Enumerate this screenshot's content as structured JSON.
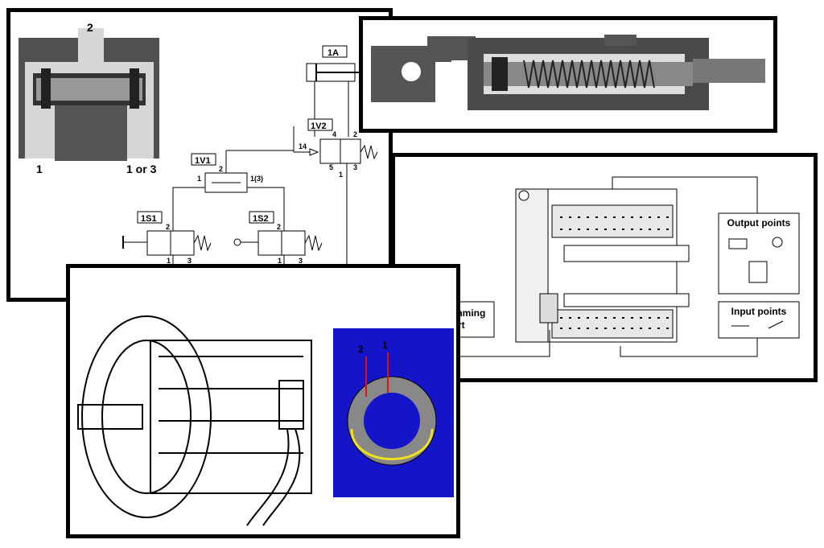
{
  "pneumatic": {
    "valve_section": {
      "port_top": "2",
      "port_left": "1",
      "port_right": "1 or 3"
    },
    "circuit": {
      "cylinder_tag": "1A",
      "main_valve_tag": "1V2",
      "main_valve_ports": {
        "p14": "14",
        "p4": "4",
        "p2": "2",
        "p5": "5",
        "p1": "1",
        "p3": "3"
      },
      "shuttle_tag": "1V1",
      "shuttle_ports": {
        "p2": "2",
        "p1": "1",
        "p13": "1(3)"
      },
      "valve_1s1": {
        "tag": "1S1",
        "p2": "2",
        "p1": "1",
        "p3": "3"
      },
      "valve_1s2": {
        "tag": "1S2",
        "p2": "2",
        "p1": "1",
        "p3": "3"
      }
    }
  },
  "plc": {
    "programming_port": "Programming\nport",
    "output_points": "Output points",
    "input_points": "Input points"
  },
  "motor": {
    "terminals": {
      "t2": "2",
      "t1": "1"
    },
    "colors": {
      "field_bg": "#1414c8",
      "coil_red": "#e01010",
      "coil_yellow": "#f0e020"
    }
  }
}
